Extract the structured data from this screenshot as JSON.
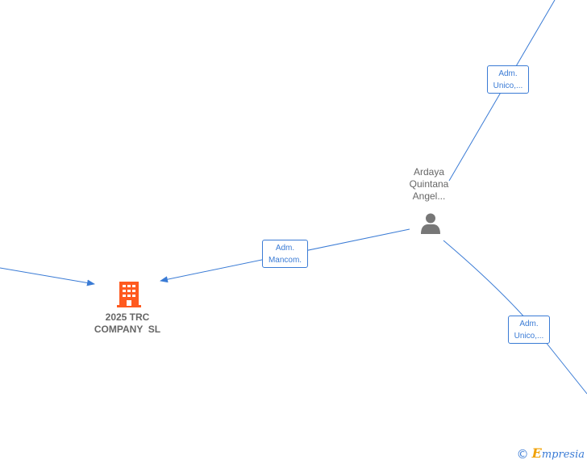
{
  "diagram": {
    "nodes": {
      "company": {
        "name_line1": "2025 TRC",
        "name_line2": "COMPANY  SL",
        "icon": "building-icon",
        "color": "#ff5a1f"
      },
      "person": {
        "name_line1": "Ardaya",
        "name_line2": "Quintana",
        "name_line3": "Angel...",
        "icon": "person-icon",
        "color": "#777777"
      }
    },
    "edges": {
      "person_to_company": {
        "line1": "Adm.",
        "line2": "Mancom."
      },
      "upper_right": {
        "line1": "Adm.",
        "line2": "Unico,..."
      },
      "lower_right": {
        "line1": "Adm.",
        "line2": "Unico,..."
      }
    },
    "edge_color": "#3a7bd5"
  },
  "footer": {
    "copyright_symbol": "©",
    "brand_first_letter": "E",
    "brand_rest": "mpresia"
  }
}
